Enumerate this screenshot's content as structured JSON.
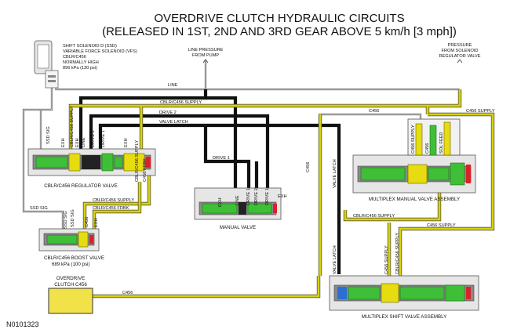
{
  "title": {
    "line1": "OVERDRIVE CLUTCH HYDRAULIC CIRCUITS",
    "line2": "(RELEASED IN 1ST, 2ND AND 3RD GEAR ABOVE 5 km/h [3 mph])"
  },
  "figure_id": "N0101323",
  "solenoid": {
    "lines": [
      "SHIFT SOLENOID D (SSD)",
      "VARIABLE FORCE SOLENOID (VFS)",
      "CBLR/C456",
      "NORMALLY HIGH",
      "896 kPa (130 psi)"
    ]
  },
  "sources": {
    "line_pressure": [
      "LINE PRESSURE",
      "FROM PUMP"
    ],
    "pressure_from_solenoid": [
      "PRESSURE",
      "FROM SOLENOID",
      "REGULATOR VALVE"
    ]
  },
  "components": {
    "regulator_valve": "CBLR/C456 REGULATOR VALVE",
    "boost_valve": [
      "CBLR/C456 BOOST VALVE",
      "689 kPa (100 psi)"
    ],
    "manual_valve": "MANUAL VALVE",
    "manual_valve_assembly": "MULTIPLEX MANUAL VALVE ASSEMBLY",
    "shift_valve_assembly": "MULTIPLEX SHIFT VALVE ASSEMBLY",
    "clutch": [
      "OVERDRIVE",
      "CLUTCH C456"
    ]
  },
  "circuit_labels": {
    "line": "LINE",
    "cblr_supply": "CBLR/C456 SUPPLY",
    "drive2": "DRIVE 2",
    "valve_latch": "VALVE LATCH",
    "drive1": "DRIVE 1",
    "c456": "C456",
    "c456_supply": "C456 SUPPLY",
    "c456_vert": "C456",
    "valve_latch_vert": "VALVE LATCH",
    "valve_latch_vert2": "VALVE LATCH",
    "ssd_sig": "SSD SIG",
    "ssd_sig_vert": "SSD SIG",
    "ssd_sig_vert2": "SSD SIG",
    "cblr_supply2": "CBLR/C456 SUPPLY",
    "cblr_fdbk": "CBLR/C456 FDBK",
    "cblr_supply3": "CBLR/C456 SUPPLY",
    "c456_supply2": "C456 SUPPLY",
    "c456_bottom": "C456"
  },
  "port_labels": {
    "regulator": [
      "EXH",
      "CBLR/C456 SUPPLY",
      "EXH",
      "LINE",
      "DRIVE 2",
      "DRIVE 1",
      "EXH",
      "CBLR/C456 SUPPLY",
      "C456 FDBK"
    ],
    "boost": [
      "SSD SIG",
      "C456",
      "EXH"
    ],
    "manual": [
      "EXH",
      "LINE",
      "DRIVE 1",
      "DRIVE 2",
      "DRIVE 1",
      "EXH"
    ],
    "mpx_manual": [
      "C456 SUPPLY",
      "C456",
      "SOL FEED"
    ],
    "mpx_shift": [
      "C456 SUPPLY",
      "CBLR/C456 SUPPLY"
    ]
  },
  "colors": {
    "line_pressure": "#111111",
    "supply_oil": "#d8d10e",
    "valve_spool": "#3fbf38",
    "clutch_fill": "#f2e24a"
  }
}
